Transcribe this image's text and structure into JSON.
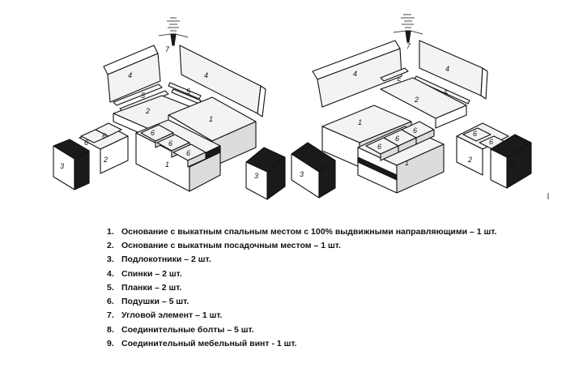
{
  "diagram": {
    "labels": {
      "seat": "1",
      "base_seat": "2",
      "armrest": "3",
      "back": "4",
      "plank": "5",
      "cushion": "6",
      "corner": "7"
    }
  },
  "legend": {
    "items": [
      {
        "num": "1.",
        "text": "Основание с выкатным спальным местом с 100% выдвижными направляющими – 1 шт."
      },
      {
        "num": "2.",
        "text": "Основание с выкатным посадочным местом  – 1 шт."
      },
      {
        "num": "3.",
        "text": "Подлокотники – 2 шт."
      },
      {
        "num": "4.",
        "text": "Спинки – 2 шт."
      },
      {
        "num": "5.",
        "text": "Планки – 2 шт."
      },
      {
        "num": "6.",
        "text": "Подушки – 5 шт."
      },
      {
        "num": "7.",
        "text": "Угловой  элемент – 1 шт."
      },
      {
        "num": "8.",
        "text": "Соединительные болты – 5 шт."
      },
      {
        "num": "9.",
        "text": "Соединительный мебельный винт  -  1 шт."
      }
    ]
  }
}
